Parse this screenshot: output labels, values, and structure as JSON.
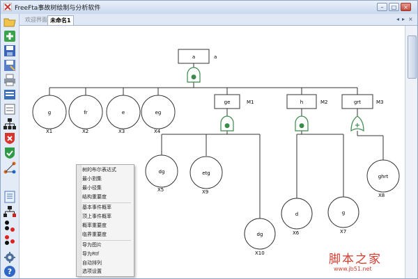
{
  "window": {
    "title": "FreeFta事故树绘制与分析软件",
    "controls": {
      "minimize": "–",
      "maximize": "□",
      "close": "×"
    }
  },
  "toolbar": {
    "icons": [
      "open-folder",
      "new-add",
      "save",
      "save-as",
      "print",
      "print-preview",
      "zoom",
      "tree-structure",
      "red-shield",
      "green-shield",
      "connector",
      "document",
      "network",
      "nodes-black-red",
      "nodes-red-black",
      "gear",
      "help"
    ]
  },
  "tabs": [
    {
      "label": "欢迎界面",
      "active": false
    },
    {
      "label": "未命名1",
      "active": true
    }
  ],
  "tab_nav": {
    "left": "◂",
    "right": "▸",
    "close": "×"
  },
  "tree": {
    "top": {
      "label": "a",
      "side": "a"
    },
    "level1_circles": [
      {
        "label": "g",
        "id": "X1"
      },
      {
        "label": "fr",
        "id": "X2"
      },
      {
        "label": "e",
        "id": "X3"
      },
      {
        "label": "eg",
        "id": "X4"
      }
    ],
    "level1_events": [
      {
        "label": "ge",
        "id": "M1"
      },
      {
        "label": "h",
        "id": "M2"
      },
      {
        "label": "grt",
        "id": "M3"
      }
    ],
    "level2_circles": [
      {
        "label": "dg",
        "id": "X5"
      },
      {
        "label": "etg",
        "id": "X9"
      },
      {
        "label": "dg",
        "id": "X10"
      },
      {
        "label": "d",
        "id": "X6"
      },
      {
        "label": "g",
        "id": "X7"
      },
      {
        "label": "ghrt",
        "id": "X8"
      }
    ],
    "gate_types": {
      "and": "●",
      "or": "+"
    }
  },
  "context_menu": {
    "items": [
      [
        "树的布尔表达式",
        "最小割集",
        "最小径集",
        "结构重要度"
      ],
      [
        "基本事件概率",
        "顶上事件概率",
        "概率重要度",
        "临界重要度"
      ],
      [
        "导为图片",
        "导为Rtf",
        "自动排列",
        "选项设置"
      ]
    ]
  },
  "watermark": {
    "text": "脚本之家",
    "url": "www.jb51.net"
  },
  "colors": {
    "gate": "#3a8a4a",
    "accent": "#d53a2e",
    "chrome": "#dce6f4"
  }
}
